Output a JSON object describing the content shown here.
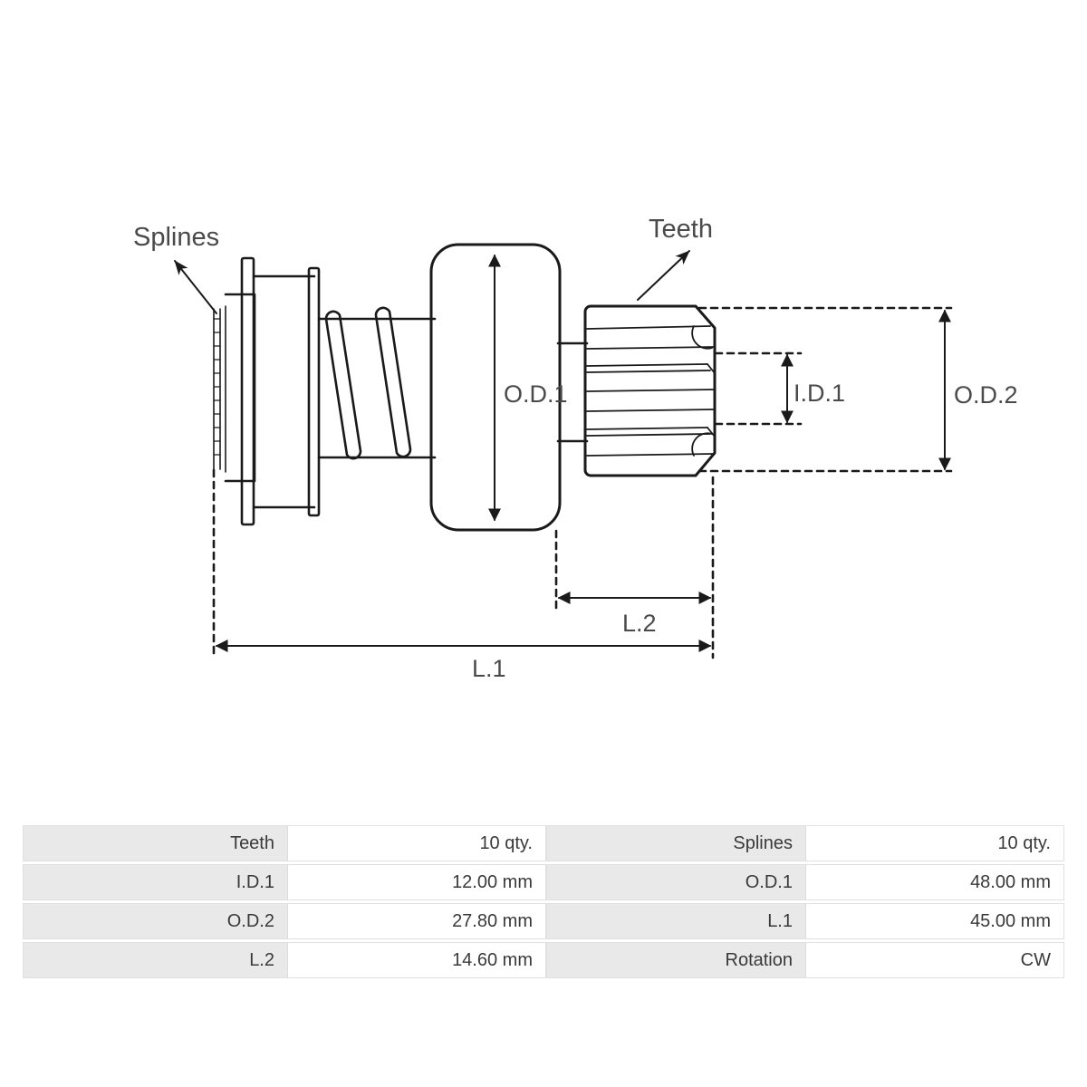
{
  "diagram": {
    "title": "starter-drive-pinion-bendix-dimensional-drawing",
    "line_color": "#1a1a1a",
    "label_color": "#4a4a4a",
    "background": "#ffffff",
    "callouts": [
      {
        "id": "splines",
        "label": "Splines"
      },
      {
        "id": "teeth",
        "label": "Teeth"
      }
    ],
    "dimension_labels": {
      "od1": "O.D.1",
      "od2": "O.D.2",
      "id1": "I.D.1",
      "l1": "L.1",
      "l2": "L.2"
    }
  },
  "spec_table": {
    "rows": [
      {
        "label_a": "Teeth",
        "value_a": "10 qty.",
        "label_b": "Splines",
        "value_b": "10 qty."
      },
      {
        "label_a": "I.D.1",
        "value_a": "12.00 mm",
        "label_b": "O.D.1",
        "value_b": "48.00 mm"
      },
      {
        "label_a": "O.D.2",
        "value_a": "27.80 mm",
        "label_b": "L.1",
        "value_b": "45.00 mm"
      },
      {
        "label_a": "L.2",
        "value_a": "14.60 mm",
        "label_b": "Rotation",
        "value_b": "CW"
      }
    ]
  }
}
